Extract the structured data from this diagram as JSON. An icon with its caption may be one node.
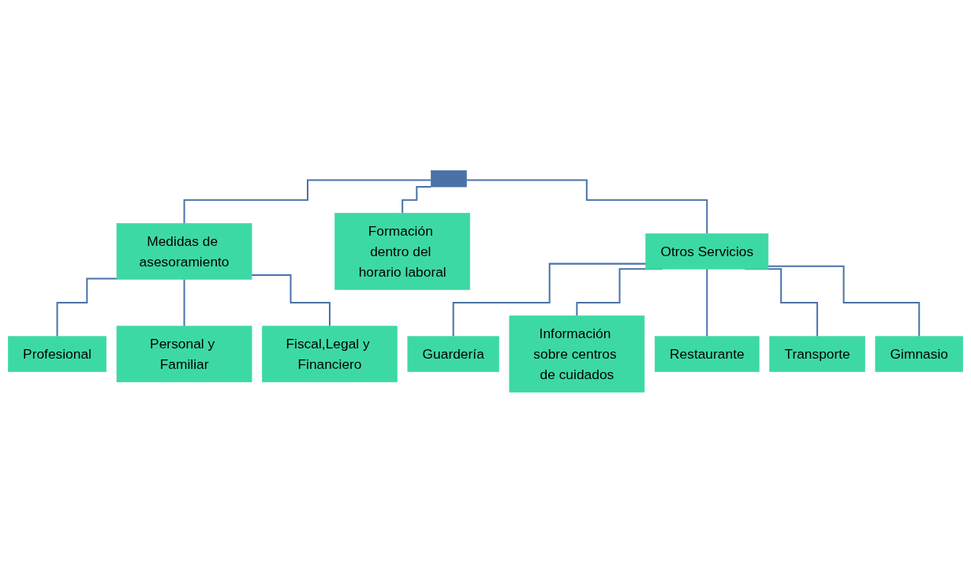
{
  "diagram": {
    "nodes": [
      {
        "text": [],
        "shape": "bar"
      },
      {
        "text": [
          "Medidas de asesoramiento"
        ]
      },
      {
        "text": [
          "Formación dentro del horario laboral"
        ]
      },
      {
        "text": [
          "Otros Servicios"
        ]
      },
      {
        "text": [
          "Profesional"
        ]
      },
      {
        "text": [
          "Personal y Familiar"
        ]
      },
      {
        "text": [
          "Fiscal,Legal y Financiero"
        ]
      },
      {
        "text": [
          "Guardería"
        ]
      },
      {
        "text": [
          "Información sobre centros de cuidados"
        ]
      },
      {
        "text": [
          "Restaurante"
        ]
      },
      {
        "text": [
          "Transporte"
        ]
      },
      {
        "text": [
          "Gimnasio"
        ]
      }
    ],
    "edges": [
      {
        "from": 0,
        "to": 1,
        "arrow": "none"
      },
      {
        "from": 0,
        "to": 2,
        "arrow": "none"
      },
      {
        "from": 0,
        "to": 3,
        "arrow": "none"
      },
      {
        "from": 1,
        "to": 4,
        "arrow": "none"
      },
      {
        "from": 1,
        "to": 5,
        "arrow": "none"
      },
      {
        "from": 1,
        "to": 6,
        "arrow": "none"
      },
      {
        "from": 3,
        "to": 7,
        "arrow": "none"
      },
      {
        "from": 3,
        "to": 8,
        "arrow": "none"
      },
      {
        "from": 3,
        "to": 9,
        "arrow": "none"
      },
      {
        "from": 3,
        "to": 10,
        "arrow": "none"
      },
      {
        "from": 3,
        "to": 11,
        "arrow": "none"
      }
    ]
  }
}
